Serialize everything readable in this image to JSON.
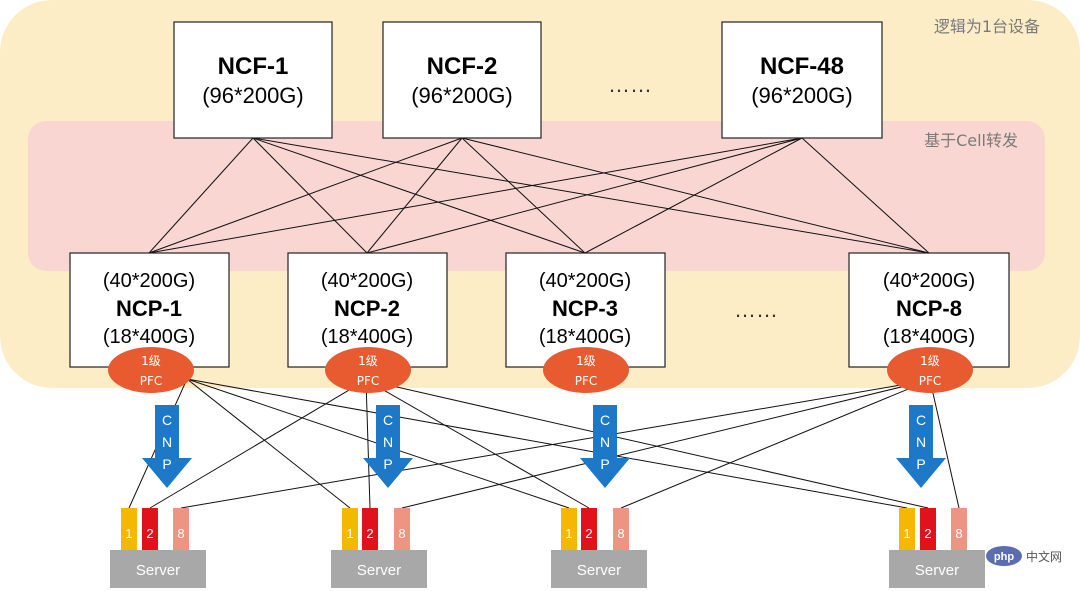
{
  "regions": {
    "logical_device_label": "逻辑为1台设备",
    "cell_forwarding_label": "基于Cell转发"
  },
  "ncf": [
    {
      "name": "NCF-1",
      "capacity": "(96*200G)"
    },
    {
      "name": "NCF-2",
      "capacity": "(96*200G)"
    },
    {
      "name": "NCF-48",
      "capacity": "(96*200G)"
    }
  ],
  "ncf_ellipsis": "……",
  "ncp": [
    {
      "uplink": "(40*200G)",
      "name": "NCP-1",
      "downlink": "(18*400G)",
      "pfc_level": "1级",
      "pfc": "PFC"
    },
    {
      "uplink": "(40*200G)",
      "name": "NCP-2",
      "downlink": "(18*400G)",
      "pfc_level": "1级",
      "pfc": "PFC"
    },
    {
      "uplink": "(40*200G)",
      "name": "NCP-3",
      "downlink": "(18*400G)",
      "pfc_level": "1级",
      "pfc": "PFC"
    },
    {
      "uplink": "(40*200G)",
      "name": "NCP-8",
      "downlink": "(18*400G)",
      "pfc_level": "1级",
      "pfc": "PFC"
    }
  ],
  "ncp_ellipsis": "……",
  "cnp": {
    "letters": [
      "C",
      "N",
      "P"
    ],
    "color": "#1e78c8"
  },
  "servers": [
    {
      "label": "Server",
      "nics": [
        "1",
        "2",
        "8"
      ]
    },
    {
      "label": "Server",
      "nics": [
        "1",
        "2",
        "8"
      ]
    },
    {
      "label": "Server",
      "nics": [
        "1",
        "2",
        "8"
      ]
    },
    {
      "label": "Server",
      "nics": [
        "1",
        "2",
        "8"
      ]
    }
  ],
  "nic_colors": [
    "#f5b800",
    "#e0121b",
    "#ee9482"
  ],
  "watermark": {
    "badge": "php",
    "text": "中文网"
  }
}
